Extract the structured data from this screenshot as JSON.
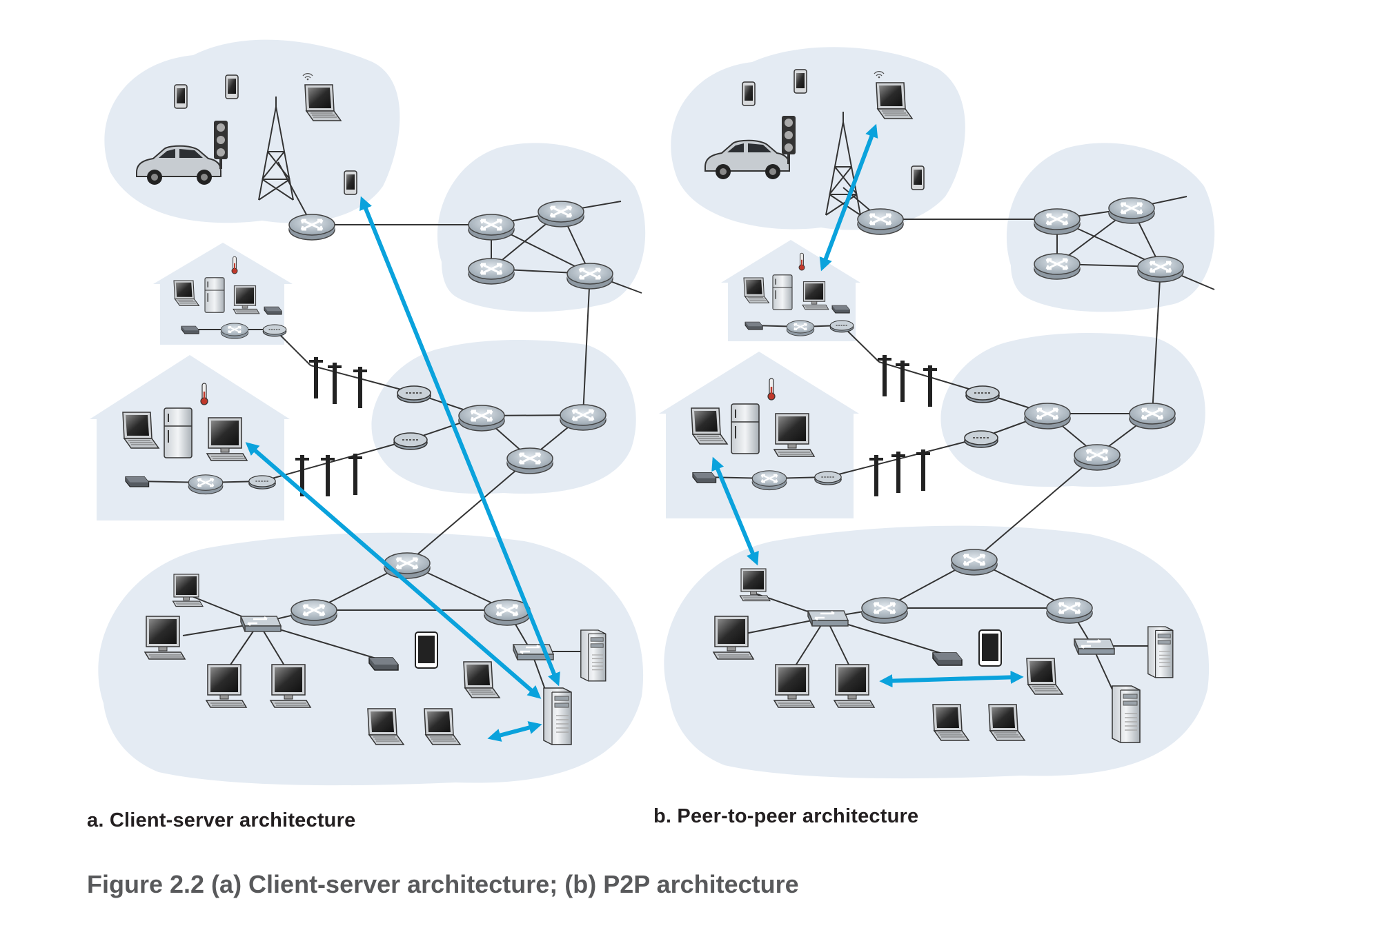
{
  "captions": {
    "a": "a. Client-server architecture",
    "b": "b. Peer-to-peer architecture",
    "figure": "Figure 2.2 (a) Client-server architecture; (b) P2P architecture"
  },
  "colors": {
    "cloud": "#e4ebf3",
    "arrow": "#0aa2dc",
    "link": "#333333",
    "router": "#b9c3cb"
  },
  "icons": [
    "router-icon",
    "switch-icon",
    "laptop-icon",
    "desktop-icon",
    "server-icon",
    "smartphone-icon",
    "tablet-icon",
    "car-icon",
    "traffic-light-icon",
    "cell-tower-icon",
    "refrigerator-icon",
    "thermometer-icon",
    "modem-icon",
    "wireless-access-point-icon",
    "utility-pole-icon",
    "house-icon"
  ]
}
